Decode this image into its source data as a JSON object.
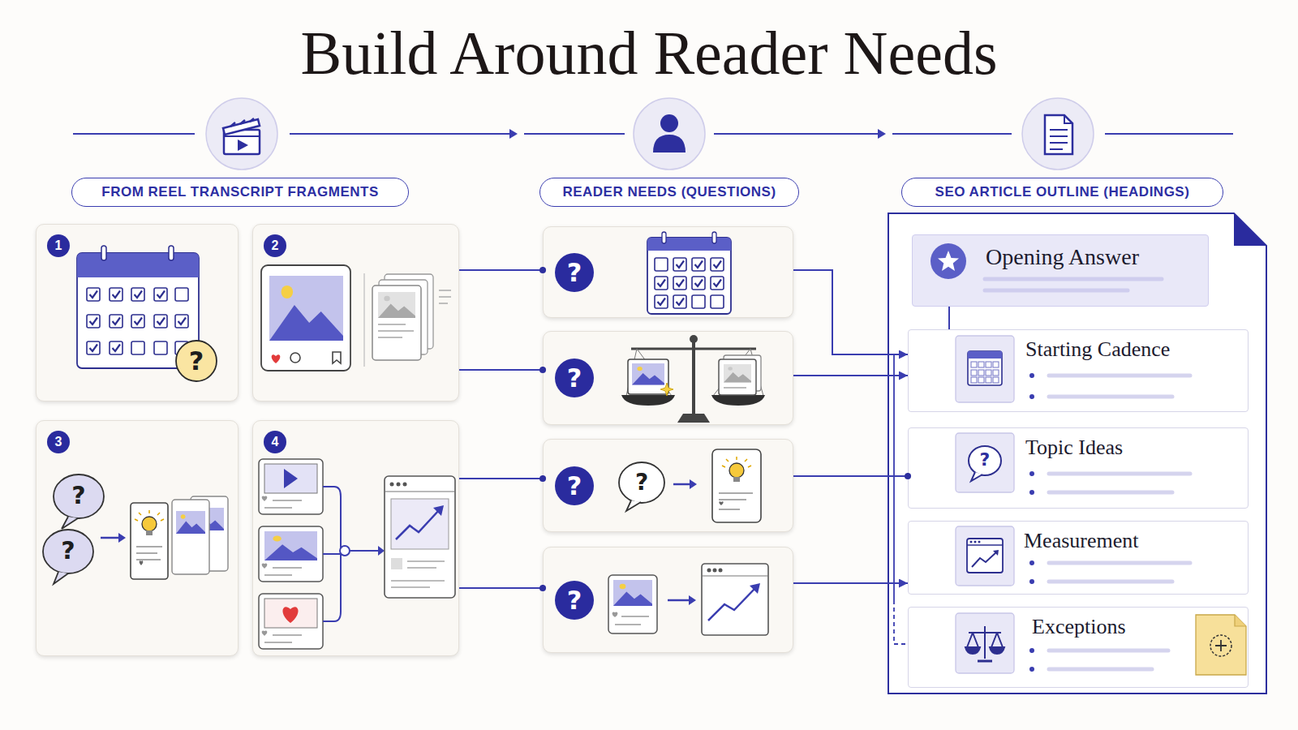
{
  "diagram": {
    "title": "Build Around Reader Needs",
    "nodes": [
      {
        "text": [
          "FROM REEL TRANSCRIPT FRAGMENTS"
        ]
      },
      {
        "text": [
          "READER NEEDS (QUESTIONS)"
        ]
      },
      {
        "text": [
          "SEO ARTICLE OUTLINE (HEADINGS)"
        ]
      },
      {
        "text": [
          "1"
        ]
      },
      {
        "text": [
          "2"
        ]
      },
      {
        "text": [
          "3"
        ]
      },
      {
        "text": [
          "4"
        ]
      },
      {
        "text": [
          "?"
        ]
      },
      {
        "text": [
          "?"
        ]
      },
      {
        "text": [
          "?"
        ]
      },
      {
        "text": [
          "?"
        ]
      },
      {
        "text": [
          "Opening Answer"
        ]
      },
      {
        "text": [
          "Starting Cadence"
        ]
      },
      {
        "text": [
          "Topic Ideas"
        ]
      },
      {
        "text": [
          "Measurement"
        ]
      },
      {
        "text": [
          "Exceptions"
        ]
      }
    ],
    "edges": [
      {
        "from": 4,
        "to": 7,
        "arrow": "none"
      },
      {
        "from": 4,
        "to": 8,
        "arrow": "none"
      },
      {
        "from": 6,
        "to": 9,
        "arrow": "none"
      },
      {
        "from": 6,
        "to": 10,
        "arrow": "none"
      },
      {
        "from": 7,
        "to": 12,
        "arrow": "to"
      },
      {
        "from": 8,
        "to": 12,
        "arrow": "to"
      },
      {
        "from": 9,
        "to": 13,
        "arrow": "none"
      },
      {
        "from": 10,
        "to": 14,
        "arrow": "to"
      },
      {
        "from": 11,
        "to": 12,
        "arrow": "none"
      }
    ],
    "labels": [
      "?",
      "?",
      "?",
      "?",
      "?"
    ]
  }
}
